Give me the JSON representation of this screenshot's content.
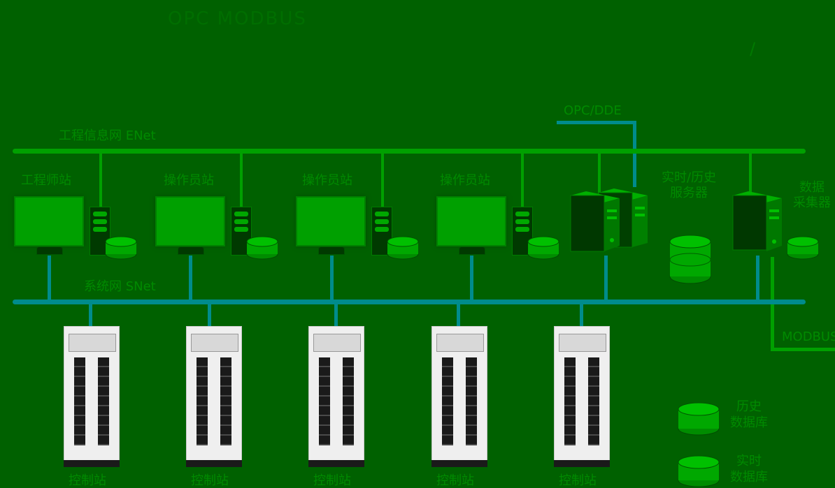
{
  "header": {
    "title": "OPC    MODBUS",
    "slash": "/"
  },
  "networks": {
    "enet_label": "工程信息网  ENet",
    "snet_label": "系统网  SNet",
    "opc_dde_label": "OPC/DDE",
    "modbus_label": "MODBUS"
  },
  "stations": [
    {
      "label": "工程师站"
    },
    {
      "label": "操作员站"
    },
    {
      "label": "操作员站"
    },
    {
      "label": "操作员站"
    }
  ],
  "servers": {
    "historian_label": "实时/历史\n服务器",
    "collector_label": "数据\n采集器"
  },
  "control_stations": [
    {
      "label": "控制站"
    },
    {
      "label": "控制站"
    },
    {
      "label": "控制站"
    },
    {
      "label": "控制站"
    },
    {
      "label": "控制站"
    }
  ],
  "legend": {
    "history_db": "历史\n数据库",
    "realtime_db": "实时\n数据库"
  },
  "colors": {
    "background": "#006100",
    "enet_bus": "#00a000",
    "snet_bus": "#008c8c",
    "text": "#008a00"
  },
  "icons": [
    "monitor-icon",
    "pc-tower-icon",
    "database-icon",
    "server-icon",
    "control-cabinet-icon"
  ]
}
